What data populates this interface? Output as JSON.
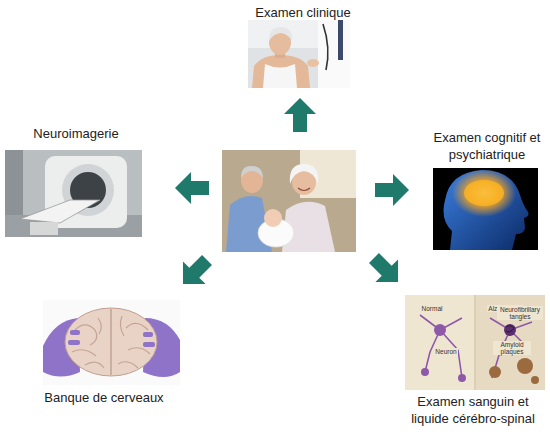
{
  "diagram": {
    "nodes": [
      {
        "text": [
          "Examen clinique"
        ]
      },
      {
        "text": [
          "Neuroimagerie"
        ]
      },
      {
        "text": [
          "Examen cognitif et psychiatrique"
        ]
      },
      {
        "text": [
          "Banque de cerveaux"
        ]
      },
      {
        "text": [
          "Examen sanguin et liquide cérébro-spinal"
        ]
      }
    ],
    "labels": [
      "Normal",
      "Alzheimer's",
      "Neurofibrillary tangles",
      "Neuron",
      "Amyloid plaques"
    ]
  }
}
